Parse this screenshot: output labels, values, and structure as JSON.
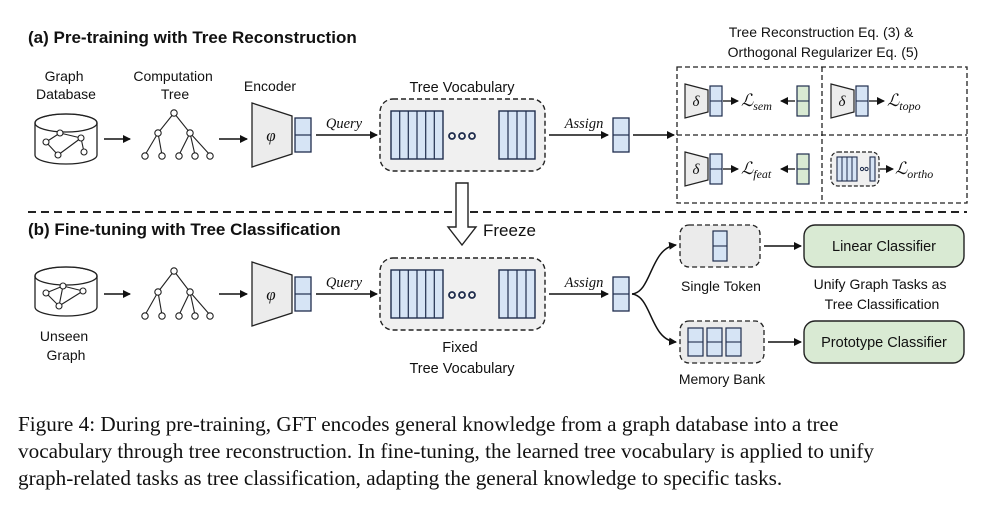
{
  "figure": {
    "section_a_title": "(a) Pre-training with Tree Reconstruction",
    "section_b_title": "(b) Fine-tuning with Tree Classification",
    "graph_database_label": [
      "Graph",
      "Database"
    ],
    "computation_tree_label": [
      "Computation",
      "Tree"
    ],
    "encoder_label": "Encoder",
    "encoder_symbol": "φ",
    "query_label": "Query",
    "tree_vocabulary_label": "Tree Vocabulary",
    "assign_label": "Assign",
    "recon_title": [
      "Tree Reconstruction Eq. (3) &",
      "Orthogonal Regularizer Eq. (5)"
    ],
    "decoder_symbol": "δ",
    "loss_script": "ℒ",
    "loss_sem_sub": "sem",
    "loss_topo_sub": "topo",
    "loss_feat_sub": "feat",
    "loss_ortho_sub": "ortho",
    "freeze_label": "Freeze",
    "unseen_graph_label": [
      "Unseen",
      "Graph"
    ],
    "fixed_vocabulary_label": [
      "Fixed",
      "Tree Vocabulary"
    ],
    "single_token_label": "Single Token",
    "memory_bank_label": "Memory Bank",
    "linear_classifier_label": "Linear Classifier",
    "prototype_classifier_label": "Prototype Classifier",
    "unify_label": [
      "Unify Graph Tasks as",
      "Tree Classification"
    ],
    "colors": {
      "blue_fill": "#d6e4f5",
      "blue_stroke": "#1f2d4d",
      "green_fill": "#d9ead3",
      "gray_fill": "#ebebeb",
      "classifier_fill": "#d9ead3"
    }
  },
  "caption": {
    "lines": [
      "Figure 4: During pre-training, GFT encodes general knowledge from a graph database into a tree",
      "vocabulary through tree reconstruction. In fine-tuning, the learned tree vocabulary is applied to unify",
      "graph-related tasks as tree classification, adapting the general knowledge to specific tasks."
    ]
  }
}
